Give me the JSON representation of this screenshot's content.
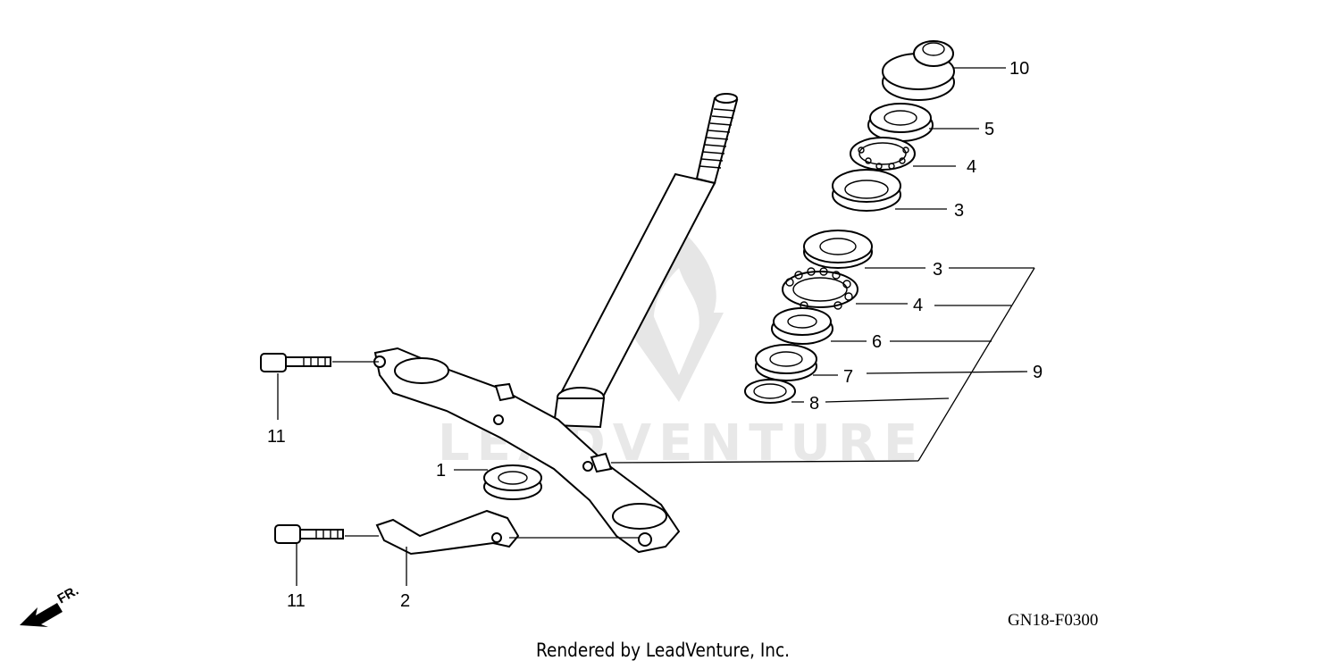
{
  "diagram": {
    "callouts": [
      {
        "id": "10",
        "label": "10"
      },
      {
        "id": "5",
        "label": "5"
      },
      {
        "id": "4a",
        "label": "4"
      },
      {
        "id": "3a",
        "label": "3"
      },
      {
        "id": "3b",
        "label": "3"
      },
      {
        "id": "4b",
        "label": "4"
      },
      {
        "id": "6",
        "label": "6"
      },
      {
        "id": "7",
        "label": "7"
      },
      {
        "id": "9",
        "label": "9"
      },
      {
        "id": "8",
        "label": "8"
      },
      {
        "id": "1",
        "label": "1"
      },
      {
        "id": "11a",
        "label": "11"
      },
      {
        "id": "11b",
        "label": "11"
      },
      {
        "id": "2",
        "label": "2"
      }
    ],
    "front_arrow_label": "FR.",
    "watermark_text": "LEADVENTURE",
    "diagram_code": "GN18-F0300",
    "credit": "Rendered by LeadVenture, Inc."
  }
}
